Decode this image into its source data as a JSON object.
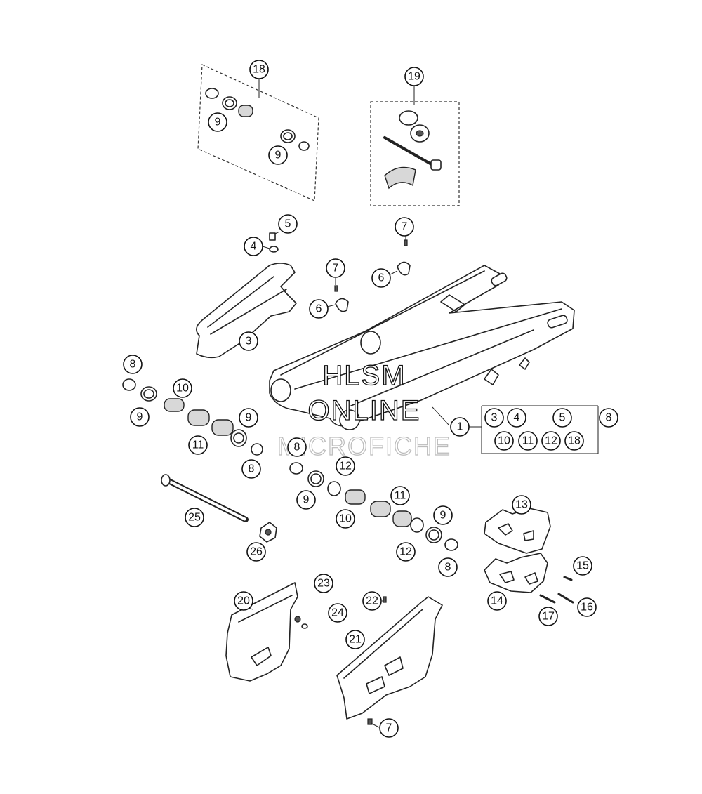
{
  "watermark": {
    "line1": "HLSM",
    "line2": "ONLINE",
    "line3": "MICROFICHE"
  },
  "callouts": [
    "18",
    "9",
    "9",
    "19",
    "5",
    "4",
    "7",
    "7",
    "6",
    "6",
    "3",
    "8",
    "10",
    "9",
    "11",
    "9",
    "8",
    "8",
    "12",
    "9",
    "11",
    "10",
    "9",
    "12",
    "8",
    "25",
    "26",
    "13",
    "14",
    "15",
    "16",
    "17",
    "20",
    "23",
    "24",
    "22",
    "21",
    "7",
    "1",
    "3",
    "4",
    "5",
    "8",
    "10",
    "11",
    "12",
    "18"
  ]
}
